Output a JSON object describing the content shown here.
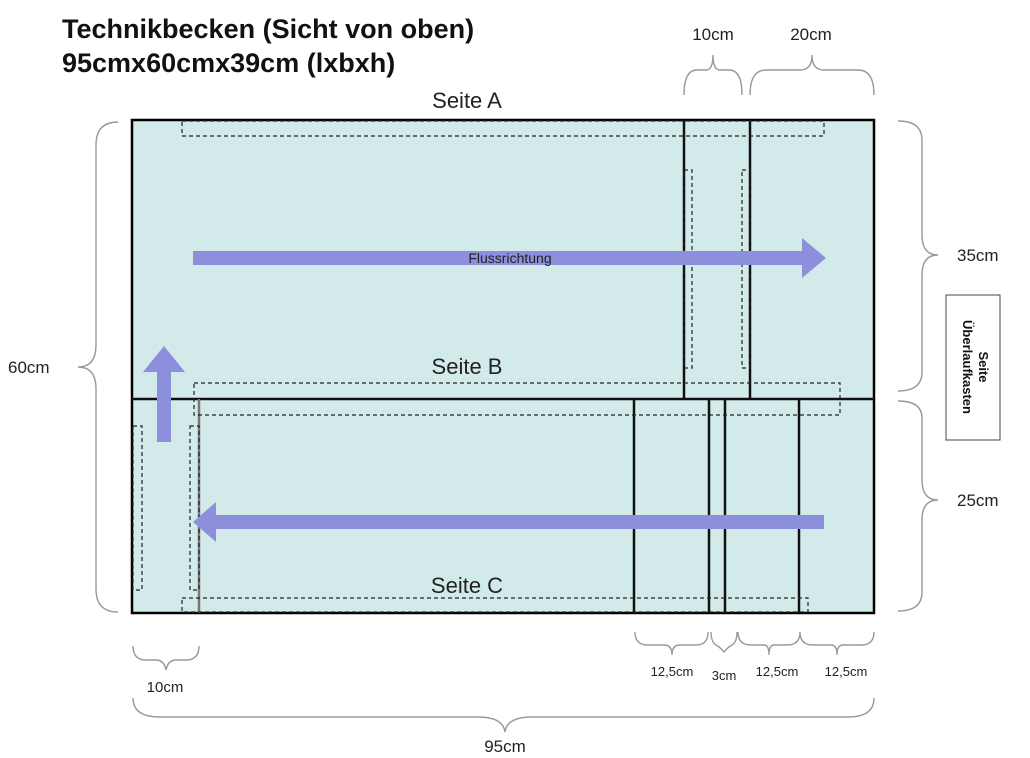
{
  "title": {
    "line1": "Technikbecken (Sicht von oben)",
    "line2": "95cmx60cmx39cm (lxbxh)"
  },
  "labels": {
    "seite_a": "Seite A",
    "seite_b": "Seite B",
    "seite_c": "Seite C",
    "flow": "Flussrichtung",
    "overflow_line1": "Seite",
    "overflow_line2": "Überlaufkasten"
  },
  "dimensions": {
    "top_10": "10cm",
    "top_20": "20cm",
    "right_35": "35cm",
    "right_25": "25cm",
    "left_60": "60cm",
    "bottom_10": "10cm",
    "bottom_95": "95cm",
    "bottom_12a": "12,5cm",
    "bottom_3": "3cm",
    "bottom_12b": "12,5cm",
    "bottom_12c": "12,5cm"
  },
  "colors": {
    "water": "#d2eaea",
    "arrow": "#8d8fdc"
  }
}
